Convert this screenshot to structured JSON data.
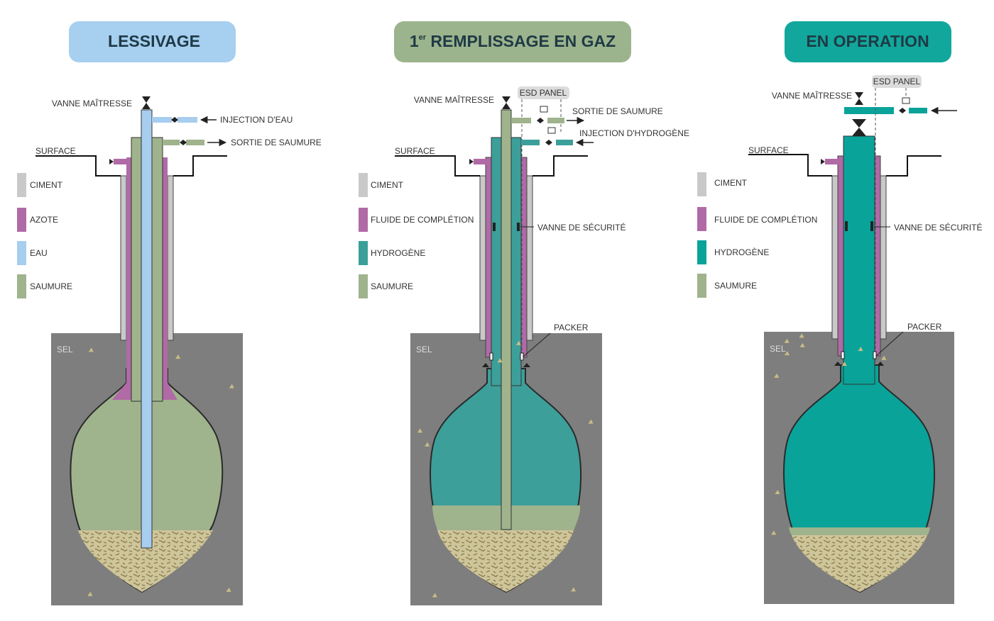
{
  "colors": {
    "ciment": "#c9c9c9",
    "azote": "#b06aa6",
    "eau": "#a7cdef",
    "saumure": "#9fb38d",
    "hydrogene": "#159c93",
    "hydrogene_op": "#0aa39a",
    "salt": "#7e7e7e",
    "debris": "#b9ad79",
    "pill_lessivage": "#a6cff0",
    "pill_remplissage": "#9cb48d",
    "pill_operation": "#11a79c"
  },
  "panels": {
    "lessivage": {
      "title": "LESSIVAGE",
      "labels": {
        "vanne_maitresse": "VANNE MAÎTRESSE",
        "injection_eau": "INJECTION D'EAU",
        "sortie_saumure": "SORTIE DE SAUMURE",
        "surface": "SURFACE",
        "sel": "SEL"
      },
      "legend": [
        {
          "name": "CIMENT",
          "color": "#c9c9c9"
        },
        {
          "name": "AZOTE",
          "color": "#b06aa6"
        },
        {
          "name": "EAU",
          "color": "#a7cdef"
        },
        {
          "name": "SAUMURE",
          "color": "#9fb38d"
        }
      ]
    },
    "remplissage": {
      "title_sup": "er",
      "title_prefix": "1",
      "title_rest": " REMPLISSAGE EN GAZ",
      "labels": {
        "vanne_maitresse": "VANNE MAÎTRESSE",
        "esd_panel": "ESD PANEL",
        "sortie_saumure": "SORTIE DE SAUMURE",
        "injection_hydrogene": "INJECTION D'HYDROGÈNE",
        "surface": "SURFACE",
        "vanne_securite": "VANNE DE SÉCURITÉ",
        "packer": "PACKER",
        "sel": "SEL"
      },
      "legend": [
        {
          "name": "CIMENT",
          "color": "#c9c9c9"
        },
        {
          "name": "FLUIDE DE COMPLÉTION",
          "color": "#b06aa6"
        },
        {
          "name": "HYDROGÈNE",
          "color": "#3c9f9a"
        },
        {
          "name": "SAUMURE",
          "color": "#9fb38d"
        }
      ]
    },
    "operation": {
      "title": "EN OPERATION",
      "labels": {
        "vanne_maitresse": "VANNE MAÎTRESSE",
        "esd_panel": "ESD PANEL",
        "surface": "SURFACE",
        "vanne_securite": "VANNE DE SÉCURITÉ",
        "packer": "PACKER",
        "sel": "SEL"
      },
      "legend": [
        {
          "name": "CIMENT",
          "color": "#c9c9c9"
        },
        {
          "name": "FLUIDE DE COMPLÉTION",
          "color": "#b06aa6"
        },
        {
          "name": "HYDROGÈNE",
          "color": "#0aa39a"
        },
        {
          "name": "SAUMURE",
          "color": "#9fb38d"
        }
      ]
    }
  }
}
